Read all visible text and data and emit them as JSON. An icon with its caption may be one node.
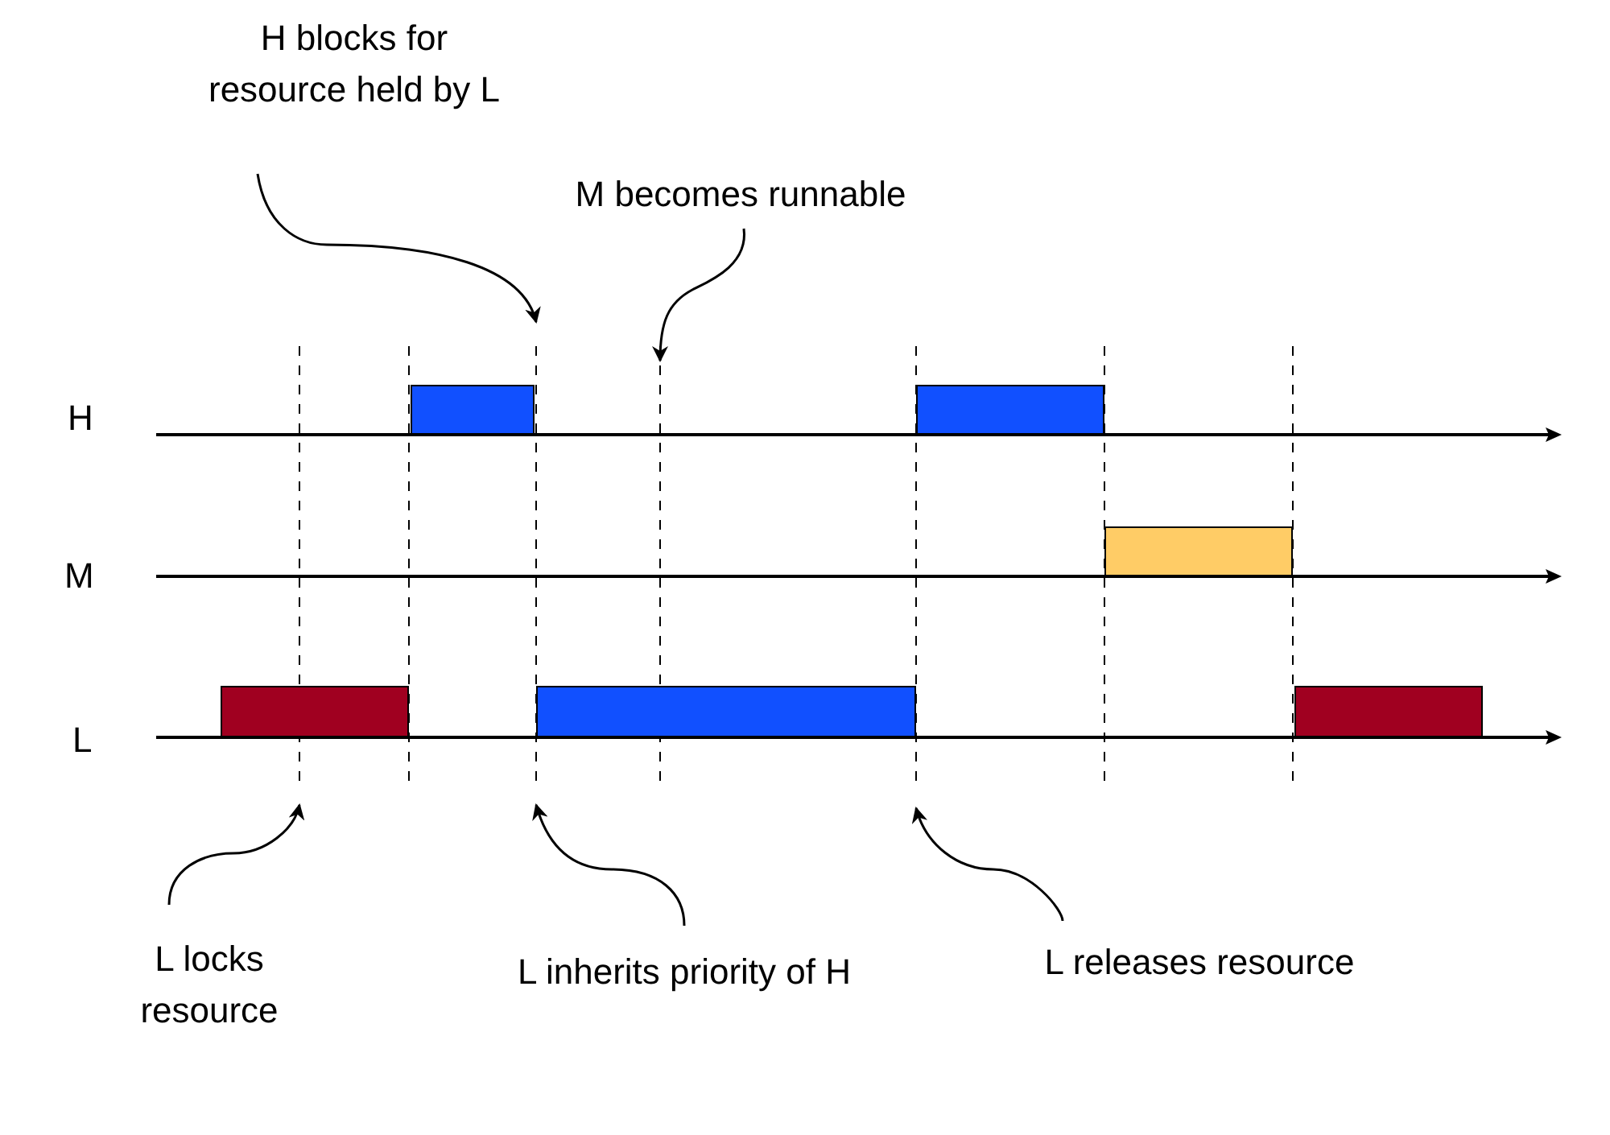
{
  "diagram": {
    "nodes": [
      {
        "text": [
          "H blocks for resource held by L"
        ]
      },
      {
        "text": [
          "M becomes runnable"
        ]
      },
      {
        "text": [
          "L locks resource"
        ]
      },
      {
        "text": [
          "L inherits priority of H"
        ]
      },
      {
        "text": [
          "L releases resource"
        ]
      },
      {
        "text": [],
        "shape": "bar"
      },
      {
        "text": [],
        "shape": "bar"
      },
      {
        "text": [],
        "shape": "bar"
      },
      {
        "text": [],
        "shape": "bar"
      },
      {
        "text": [],
        "shape": "bar"
      },
      {
        "text": [],
        "shape": "bar"
      }
    ],
    "edges": [
      {
        "from": 0,
        "to": null,
        "arrow": "to"
      },
      {
        "from": 1,
        "to": null,
        "arrow": "to"
      },
      {
        "from": 2,
        "to": null,
        "arrow": "to"
      },
      {
        "from": 3,
        "to": null,
        "arrow": "to"
      },
      {
        "from": 4,
        "to": null,
        "arrow": "to"
      }
    ],
    "labels": [
      "H",
      "M",
      "L"
    ]
  }
}
